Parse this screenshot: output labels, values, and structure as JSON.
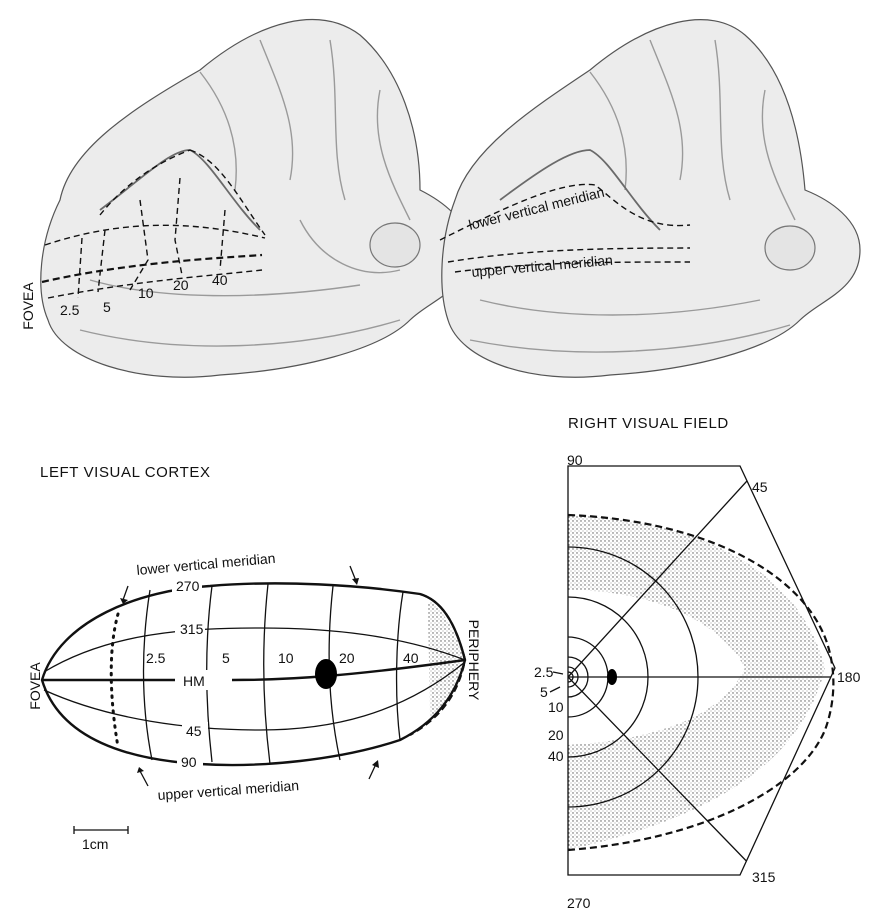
{
  "top_left_brain": {
    "fovea_label": "FOVEA",
    "eccentricity_labels": [
      "2.5",
      "5",
      "10",
      "20",
      "40"
    ]
  },
  "top_right_brain": {
    "lower_label": "lower vertical meridian",
    "upper_label": "upper vertical meridian"
  },
  "cortex_map": {
    "title": "LEFT VISUAL CORTEX",
    "fovea_label": "FOVEA",
    "periphery_label": "PERIPHERY",
    "lower_meridian_label": "lower vertical meridian",
    "upper_meridian_label": "upper vertical meridian",
    "hm_label": "HM",
    "polar_labels": {
      "a270": "270",
      "a315": "315",
      "a45": "45",
      "a90": "90"
    },
    "eccentricity_labels": [
      "2.5",
      "5",
      "10",
      "20",
      "40"
    ],
    "scale_label": "1cm"
  },
  "visual_field": {
    "title": "RIGHT VISUAL FIELD",
    "angle_labels": {
      "top": "90",
      "upper_diag": "45",
      "right": "180",
      "lower_diag": "315",
      "bottom": "270"
    },
    "eccentricity_labels": {
      "e2_5": "2.5",
      "e5": "5",
      "e10": "10",
      "e20": "20",
      "e40": "40"
    }
  },
  "colors": {
    "ink": "#111111",
    "brain": "#ececec",
    "stipple": "#555555"
  }
}
